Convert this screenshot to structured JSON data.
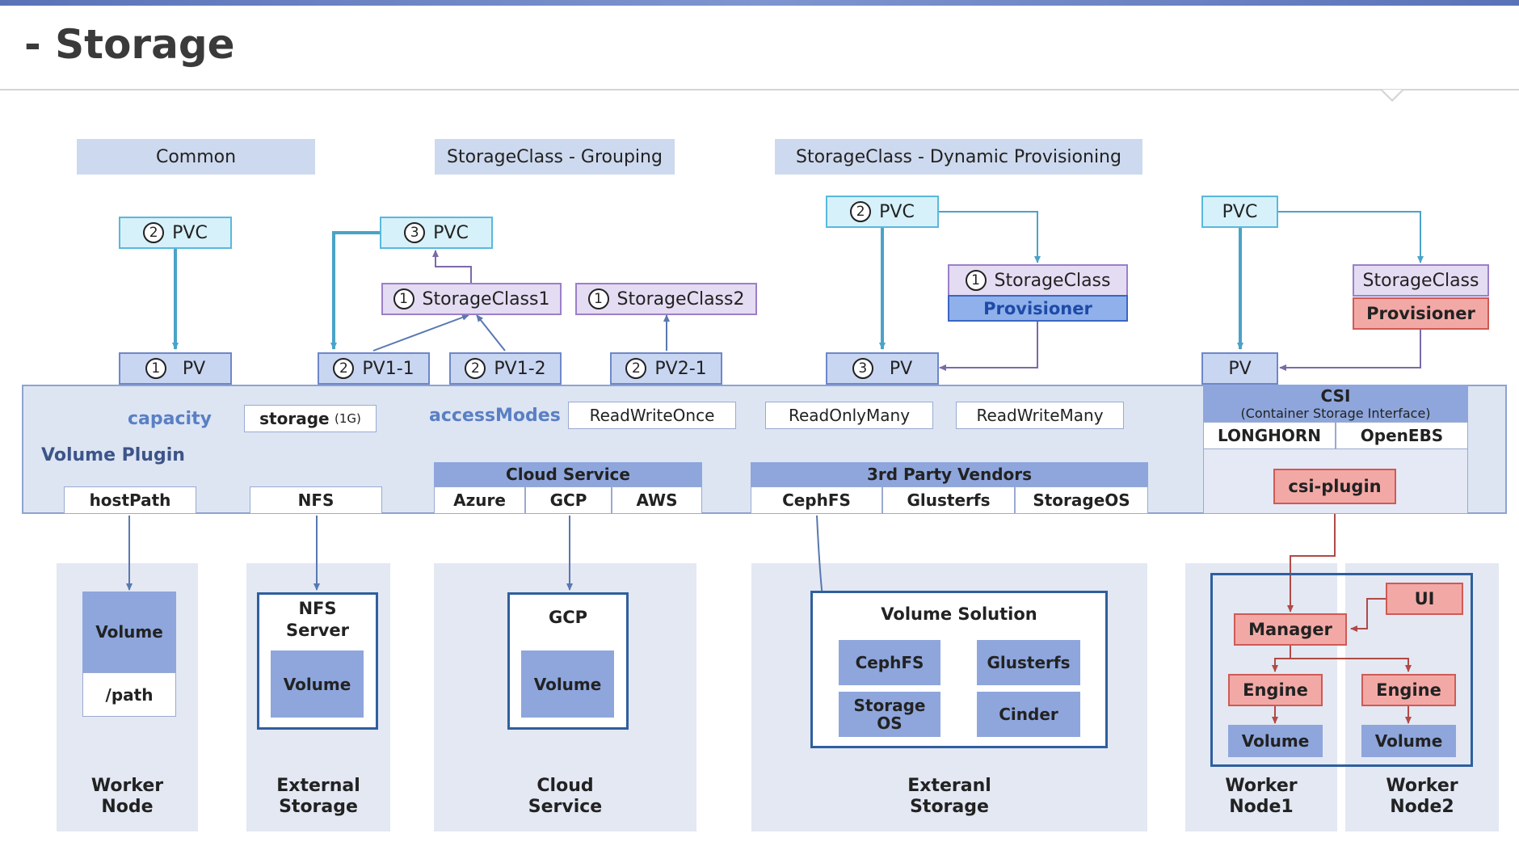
{
  "title": "- Storage",
  "headers": {
    "common": "Common",
    "grouping": "StorageClass - Grouping",
    "dynamic": "StorageClass - Dynamic Provisioning"
  },
  "common": {
    "pvc_num": "2",
    "pvc": "PVC",
    "pv_num": "1",
    "pv": "PV"
  },
  "grouping": {
    "pvc_num": "3",
    "pvc": "PVC",
    "sc1_num": "1",
    "sc1": "StorageClass1",
    "sc2_num": "1",
    "sc2": "StorageClass2",
    "pv11_num": "2",
    "pv11": "PV1-1",
    "pv12_num": "2",
    "pv12": "PV1-2",
    "pv21_num": "2",
    "pv21": "PV2-1"
  },
  "dynamic": {
    "pvc_num": "2",
    "pvc": "PVC",
    "sc_num": "1",
    "sc": "StorageClass",
    "provisioner": "Provisioner",
    "pv_num": "3",
    "pv": "PV"
  },
  "csi_flow": {
    "pvc": "PVC",
    "sc": "StorageClass",
    "provisioner": "Provisioner",
    "pv": "PV"
  },
  "plugin": {
    "capacity_label": "capacity",
    "storage_value": "storage",
    "storage_size": "(1G)",
    "access_label": "accessModes",
    "modes": [
      "ReadWriteOnce",
      "ReadOnlyMany",
      "ReadWriteMany"
    ],
    "volume_plugin_label": "Volume Plugin",
    "hostpath": "hostPath",
    "nfs": "NFS",
    "cloud_service_head": "Cloud Service",
    "cloud": [
      "Azure",
      "GCP",
      "AWS"
    ],
    "vendors_head": "3rd Party Vendors",
    "vendors": [
      "CephFS",
      "Glusterfs",
      "StorageOS"
    ],
    "csi_title": "CSI",
    "csi_sub": "(Container Storage Interface)",
    "csi_items": [
      "LONGHORN",
      "OpenEBS"
    ],
    "csi_plugin": "csi-plugin"
  },
  "bottom": {
    "worker": {
      "volume": "Volume",
      "path": "/path",
      "caption1": "Worker",
      "caption2": "Node"
    },
    "external": {
      "server1": "NFS",
      "server2": "Server",
      "volume": "Volume",
      "caption1": "External",
      "caption2": "Storage"
    },
    "cloud": {
      "gcp": "GCP",
      "volume": "Volume",
      "caption1": "Cloud",
      "caption2": "Service"
    },
    "exteranl": {
      "title": "Volume Solution",
      "items": [
        "CephFS",
        "Glusterfs",
        "Storage",
        "OS",
        "Cinder"
      ],
      "caption1": "Exteranl",
      "caption2": "Storage"
    },
    "longhorn": {
      "ui": "UI",
      "manager": "Manager",
      "engine1": "Engine",
      "engine2": "Engine",
      "volume1": "Volume",
      "volume2": "Volume",
      "caption_n1a": "Worker",
      "caption_n1b": "Node1",
      "caption_n2a": "Worker",
      "caption_n2b": "Node2"
    }
  }
}
